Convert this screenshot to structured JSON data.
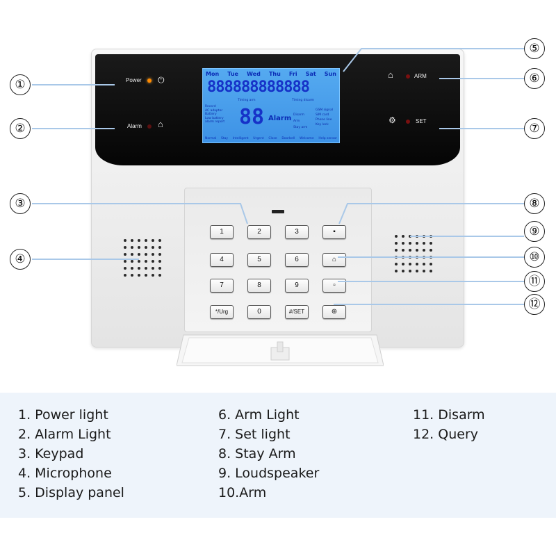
{
  "display": {
    "days": [
      "Mon",
      "Tue",
      "Wed",
      "Thu",
      "Fri",
      "Sat",
      "Sun"
    ],
    "digits": "888888888888",
    "timing_arm": "Timing arm",
    "timing_disarm": "Timing disarm",
    "left_status": [
      "Record",
      "AC adapter",
      "Battery",
      "Low battery",
      "alarm report"
    ],
    "big_digits": "88",
    "alarm": "Alarm",
    "mid_status": [
      "Disarm",
      "Arm",
      "Stay arm"
    ],
    "right_status": [
      "GSM signal",
      "SIM card",
      "Phone line",
      "Key lock"
    ],
    "bottom_row": [
      "Normal",
      "Stay",
      "Intelligent",
      "Urgent",
      "Close",
      "Doorbell",
      "Welcome",
      "Help sensor"
    ]
  },
  "panel": {
    "power_label": "Power",
    "alarm_label": "Alarm",
    "arm_label": "ARM",
    "set_label": "SET",
    "power_icon": "power-icon",
    "alarm_icon": "siren-icon",
    "arm_icon": "house-icon",
    "set_icon": "wrench-icon"
  },
  "keypad": {
    "keys": [
      [
        "1",
        "2",
        "3",
        "stay-arm-icon"
      ],
      [
        "4",
        "5",
        "6",
        "arm-icon"
      ],
      [
        "7",
        "8",
        "9",
        "disarm-icon"
      ],
      [
        "*/Urg",
        "0",
        "#/SET",
        "query-icon"
      ]
    ]
  },
  "callouts": [
    "①",
    "②",
    "③",
    "④",
    "⑤",
    "⑥",
    "⑦",
    "⑧",
    "⑨",
    "⑩",
    "⑪",
    "⑫"
  ],
  "legend": {
    "col1": [
      "1.  Power  light",
      "2.  Alarm Light",
      "3.  Keypad",
      "4.  Microphone",
      "5.  Display panel"
    ],
    "col2": [
      "6.  Arm Light",
      "7.  Set light",
      "8.  Stay Arm",
      "9.  Loudspeaker",
      "10.Arm"
    ],
    "col3": [
      "11. Disarm",
      "12. Query"
    ]
  },
  "colors": {
    "lcd": "#4aa0ee",
    "led_red": "#e8251b",
    "led_orange": "#ff8a00",
    "callout_line": "#a9c8e8",
    "legend_bg": "#eef4fb"
  }
}
